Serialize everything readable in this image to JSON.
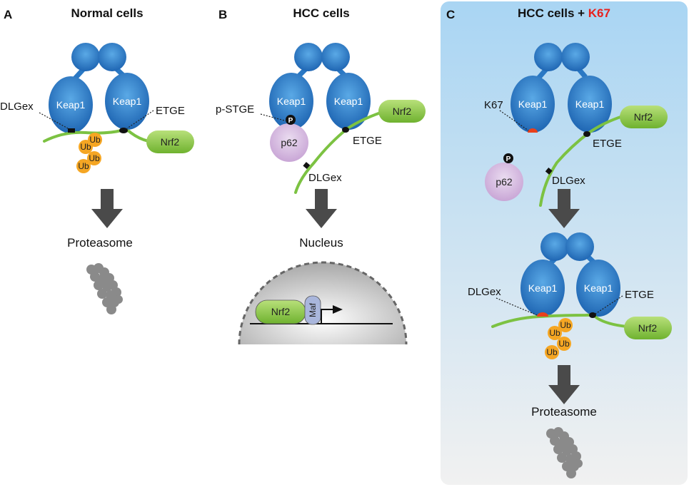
{
  "panels": {
    "a": {
      "letter": "A",
      "title": "Normal cells",
      "keap1": "Keap1",
      "dlgex": "DLGex",
      "etge": "ETGE",
      "nrf2": "Nrf2",
      "ub": "Ub",
      "result": "Proteasome"
    },
    "b": {
      "letter": "B",
      "title": "HCC cells",
      "keap1": "Keap1",
      "pstge": "p-STGE",
      "p": "P",
      "p62": "p62",
      "etge": "ETGE",
      "dlgex": "DLGex",
      "nrf2": "Nrf2",
      "result": "Nucleus",
      "maf": "Maf"
    },
    "c": {
      "letter": "C",
      "title": "HCC cells + ",
      "title_highlight": "K67",
      "keap1": "Keap1",
      "k67": "K67",
      "p": "P",
      "p62": "p62",
      "etge": "ETGE",
      "dlgex": "DLGex",
      "nrf2": "Nrf2",
      "ub": "Ub",
      "result": "Proteasome"
    }
  },
  "colors": {
    "keap1": "#2a78c4",
    "nrf2": "#8cc63f",
    "ub": "#f5a623",
    "p62": "#d7b8de",
    "highlight": "#e8201c",
    "arrow": "#4a4a4a"
  }
}
